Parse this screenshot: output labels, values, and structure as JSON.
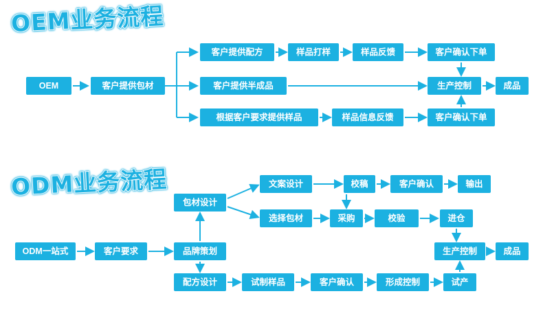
{
  "colors": {
    "accent": "#1cb1e1",
    "box_text": "#ffffff",
    "background": "#ffffff"
  },
  "sections": {
    "oem": {
      "title": "OEM业务流程",
      "nodes": {
        "oem": "OEM",
        "tigong_baocai": "客户提供包材",
        "tigong_peifang": "客户提供配方",
        "dayang": "样品打样",
        "fankui": "样品反馈",
        "queren1": "客户确认下单",
        "banchengpin": "客户提供半成品",
        "shengchan": "生产控制",
        "chengpin": "成品",
        "genju_yangpin": "根据客户要求提供样品",
        "xinxi_fankui": "样品信息反馈",
        "queren2": "客户确认下单"
      },
      "edges": [
        [
          "oem",
          "tigong_baocai"
        ],
        [
          "tigong_baocai",
          "tigong_peifang"
        ],
        [
          "tigong_baocai",
          "banchengpin"
        ],
        [
          "tigong_baocai",
          "genju_yangpin"
        ],
        [
          "tigong_peifang",
          "dayang"
        ],
        [
          "dayang",
          "fankui"
        ],
        [
          "fankui",
          "queren1"
        ],
        [
          "queren1",
          "shengchan"
        ],
        [
          "banchengpin",
          "shengchan"
        ],
        [
          "genju_yangpin",
          "xinxi_fankui"
        ],
        [
          "xinxi_fankui",
          "queren2"
        ],
        [
          "queren2",
          "shengchan"
        ],
        [
          "shengchan",
          "chengpin"
        ]
      ]
    },
    "odm": {
      "title": "ODM业务流程",
      "nodes": {
        "odm_yizhan": "ODM一站式",
        "kehu_yaoqiu": "客户要求",
        "pinpai_cehua": "品牌策划",
        "baocai_sheji": "包材设计",
        "wenan_sheji": "文案设计",
        "jiaogao": "校稿",
        "kehu_queren_a": "客户确认",
        "shuchu": "输出",
        "xuanze_baocai": "选择包材",
        "caigou": "采购",
        "jiaoyan": "校验",
        "jincang": "进仓",
        "peifang_sheji": "配方设计",
        "shizhi_yangpin": "试制样品",
        "kehu_queren_b": "客户确认",
        "xingcheng_kongzhi": "形成控制",
        "shichan": "试产",
        "shengchan_kongzhi": "生产控制",
        "chengpin": "成品"
      },
      "edges": [
        [
          "odm_yizhan",
          "kehu_yaoqiu"
        ],
        [
          "kehu_yaoqiu",
          "pinpai_cehua"
        ],
        [
          "pinpai_cehua",
          "baocai_sheji"
        ],
        [
          "pinpai_cehua",
          "peifang_sheji"
        ],
        [
          "baocai_sheji",
          "wenan_sheji"
        ],
        [
          "baocai_sheji",
          "xuanze_baocai"
        ],
        [
          "wenan_sheji",
          "jiaogao"
        ],
        [
          "jiaogao",
          "kehu_queren_a"
        ],
        [
          "kehu_queren_a",
          "shuchu"
        ],
        [
          "jiaogao",
          "caigou"
        ],
        [
          "xuanze_baocai",
          "caigou"
        ],
        [
          "caigou",
          "jiaoyan"
        ],
        [
          "jiaoyan",
          "jincang"
        ],
        [
          "jincang",
          "shengchan_kongzhi"
        ],
        [
          "peifang_sheji",
          "shizhi_yangpin"
        ],
        [
          "shizhi_yangpin",
          "kehu_queren_b"
        ],
        [
          "kehu_queren_b",
          "xingcheng_kongzhi"
        ],
        [
          "xingcheng_kongzhi",
          "shichan"
        ],
        [
          "shichan",
          "shengchan_kongzhi"
        ],
        [
          "shengchan_kongzhi",
          "chengpin"
        ]
      ]
    }
  }
}
